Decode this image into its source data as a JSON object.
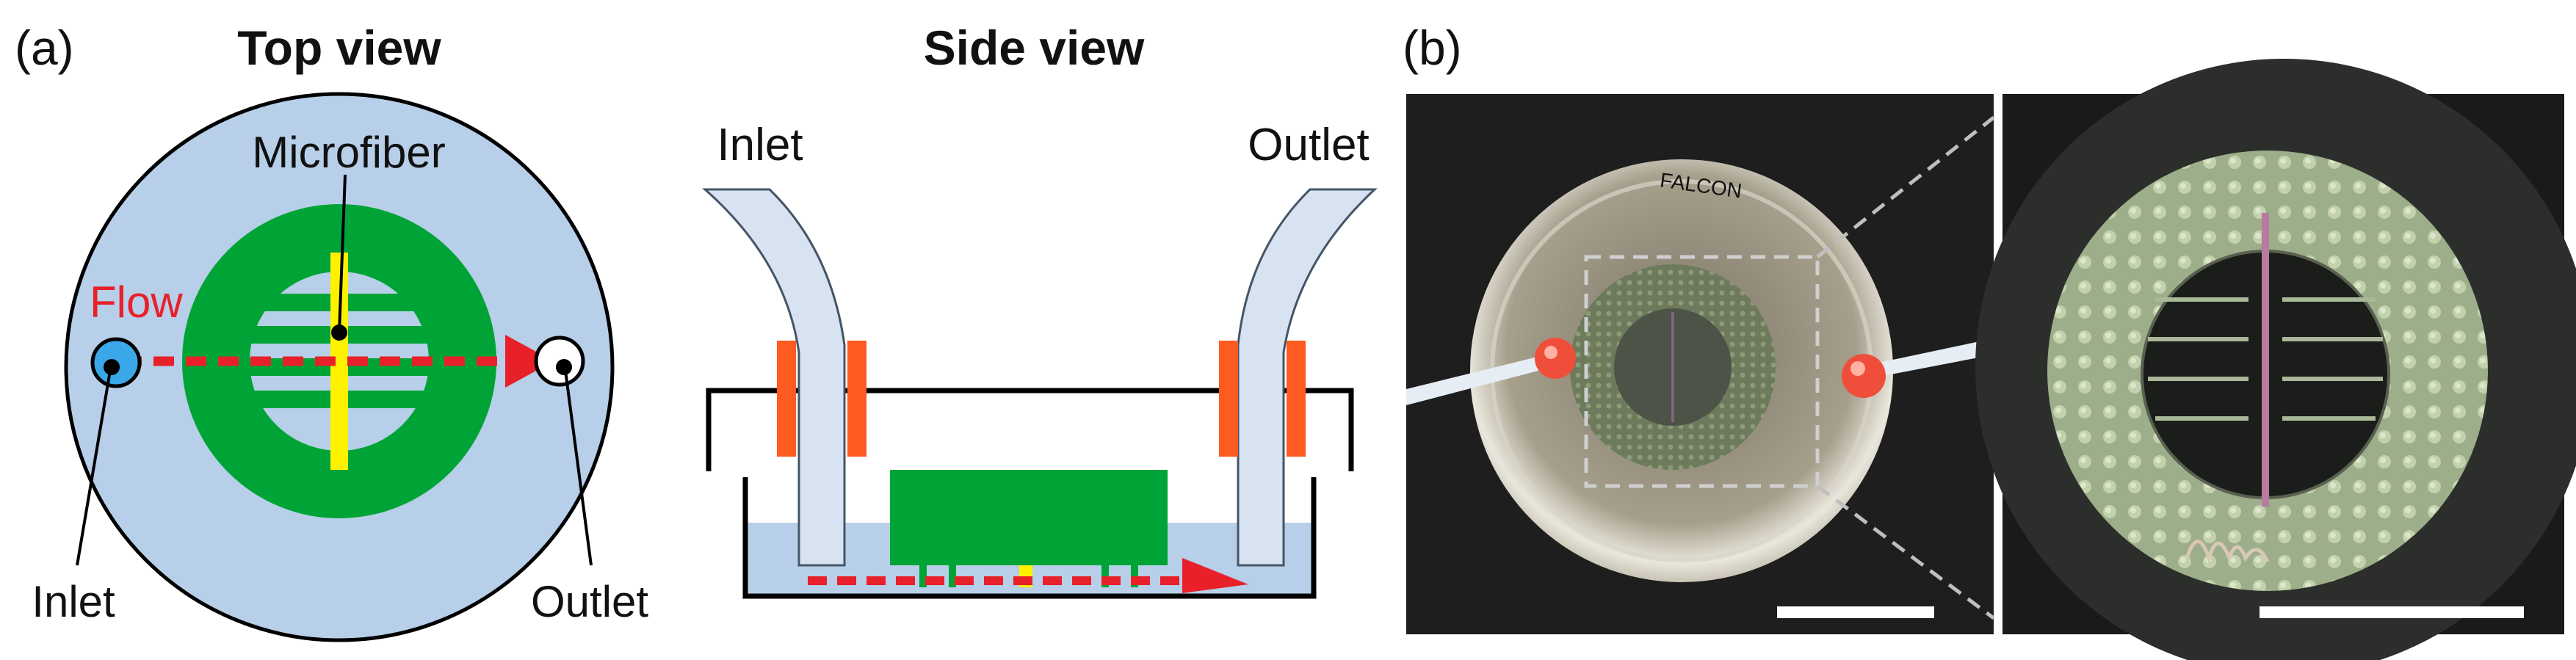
{
  "panel_a": {
    "label": "(a)",
    "top_view": {
      "title": "Top view",
      "microfiber_label": "Microfiber",
      "flow_label": "Flow",
      "inlet_label": "Inlet",
      "outlet_label": "Outlet"
    },
    "side_view": {
      "title": "Side view",
      "inlet_label": "Inlet",
      "outlet_label": "Outlet"
    }
  },
  "panel_b": {
    "label": "(b)",
    "dish_text": "FALCON"
  },
  "colors": {
    "chamber_blue": "#b7cfe8",
    "ring_green": "#00a436",
    "fiber_yellow": "#fff200",
    "flow_red": "#e8202a",
    "inlet_cyan": "#3aa8e8",
    "connector_orange": "#ff5a1f",
    "photo_background": "#1a1a1a"
  }
}
